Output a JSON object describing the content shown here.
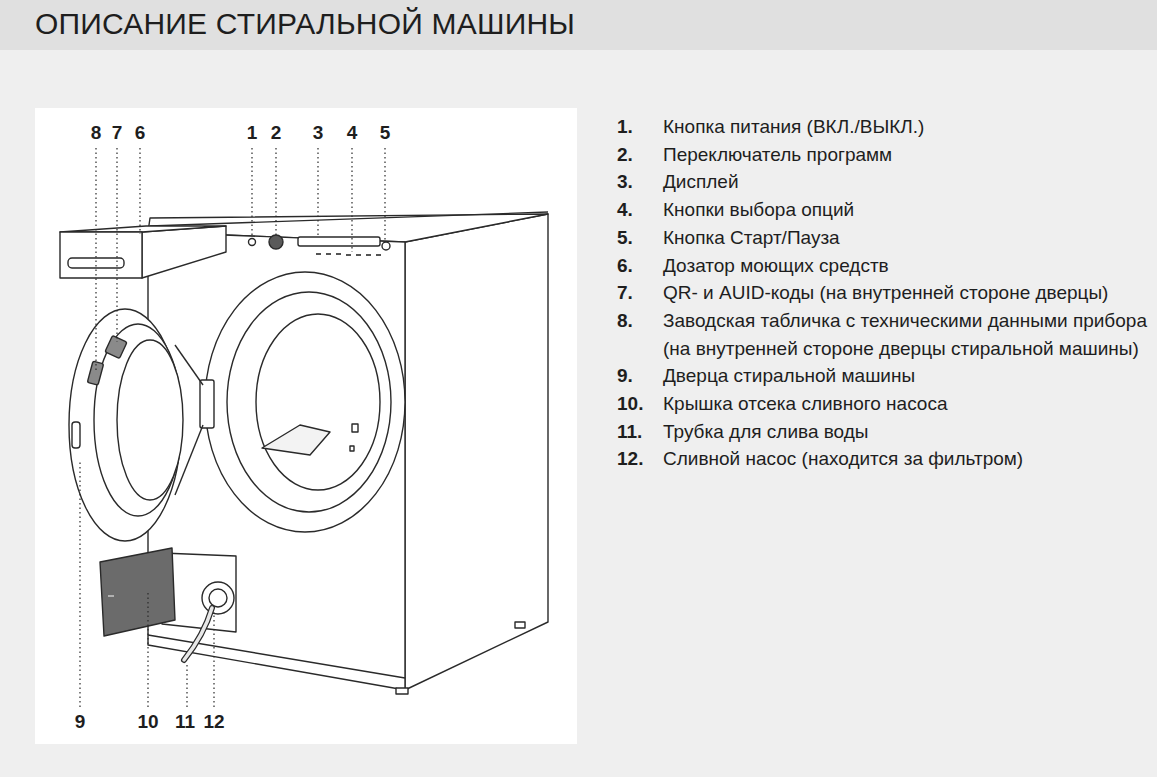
{
  "diagram": {
    "title": "ОПИСАНИЕ СТИРАЛЬНОЙ МАШИНЫ",
    "labels": [
      "8",
      "7",
      "6",
      "1",
      "2",
      "3",
      "4",
      "5",
      "1.",
      "Кнопка питания (ВКЛ./ВЫКЛ.)",
      "2.",
      "Переключатель программ",
      "3.",
      "Дисплей",
      "4.",
      "Кнопки выбора опций",
      "5.",
      "Кнопка Старт/Пауза",
      "6.",
      "Дозатор моющих средств",
      "7.",
      "QR- и AUID-коды (на внутренней стороне дверцы)",
      "8.",
      "Заводская табличка с техническими данными прибора (на внутренней стороне дверцы стиральной машины)",
      "9.",
      "Дверца стиральной машины",
      "10.",
      "Крышка отсека сливного насоса",
      "11.",
      "Трубка для слива воды",
      "12.",
      "Сливной насос (находится за фильтром)",
      "9",
      "10",
      "11",
      "12"
    ]
  }
}
